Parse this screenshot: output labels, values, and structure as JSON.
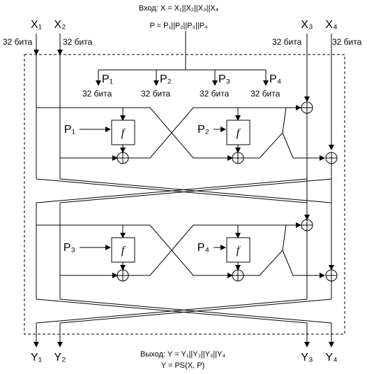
{
  "header": {
    "input_line": "Вход: X = X₁||X₂||X₃||X₄",
    "key_line": "P = P₁||P₂||P₃||P₄"
  },
  "footer": {
    "output_line": "Выход: Y = Y₁||Y₂||Y₃||Y₄",
    "func_line": "Y = PS(X, P)"
  },
  "inputs": {
    "x1": "X₁",
    "x2": "X₂",
    "x3": "X₃",
    "x4": "X₄"
  },
  "outputs": {
    "y1": "Y₁",
    "y2": "Y₂",
    "y3": "Y₃",
    "y4": "Y₄"
  },
  "bits_label": "32 бита",
  "key_parts": {
    "p1": "P₁",
    "p2": "P₂",
    "p3": "P₃",
    "p4": "P₄"
  },
  "function_label": "f",
  "xor_symbol": "⊕"
}
